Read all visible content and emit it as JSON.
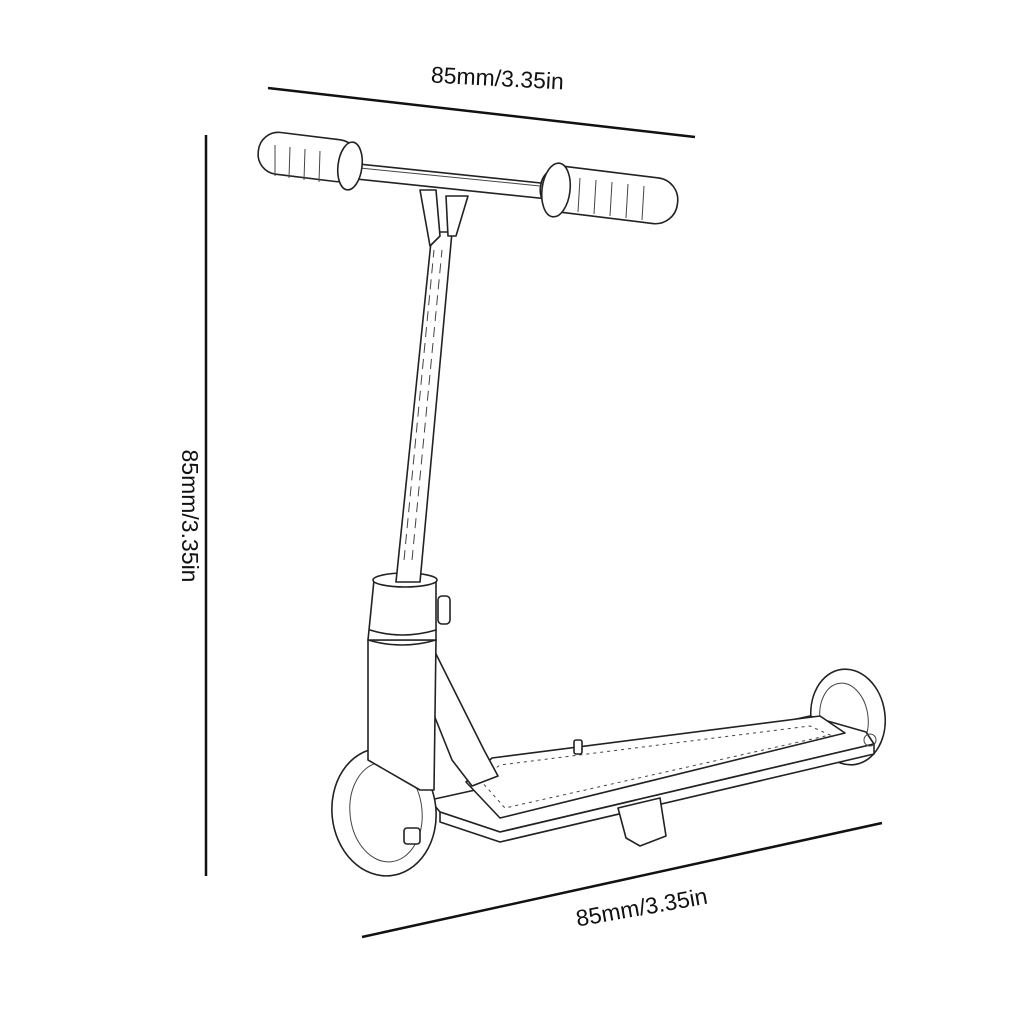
{
  "dimensions": {
    "top": "85mm/3.35in",
    "left": "85mm/3.35in",
    "bottom": "85mm/3.35in"
  }
}
